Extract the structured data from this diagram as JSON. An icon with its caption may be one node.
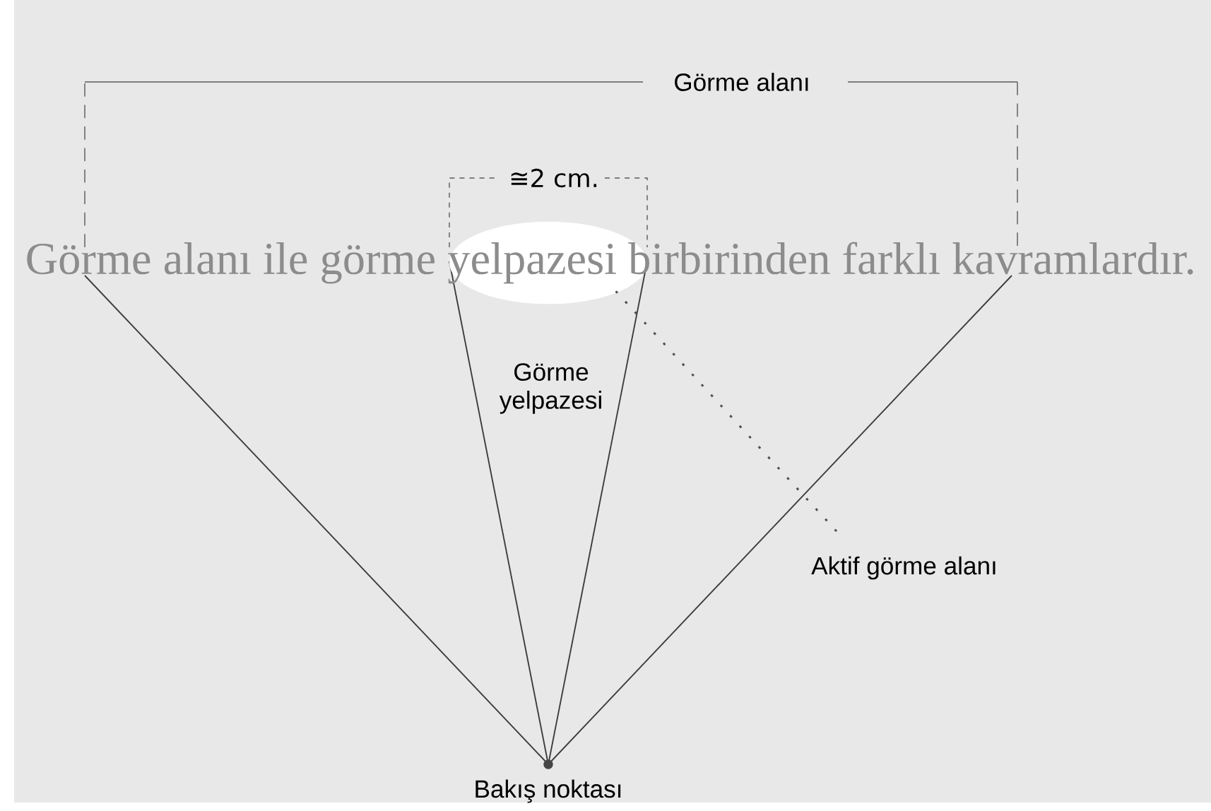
{
  "diagram": {
    "nodes": [
      {
        "text": [],
        "shape": "ellipse"
      },
      {
        "text": [
          "Aktif görme alanı"
        ]
      }
    ],
    "edges": [
      {
        "from": 1,
        "to": 0,
        "arrow": "none",
        "style": "dashed"
      }
    ],
    "labels": [
      "Görme alanı",
      "≅2 cm.",
      "Görme alanı ile görme yelpazesi birbirinden farklı kavramlardır.",
      "Görme yelpazesi",
      "Bakış noktası"
    ]
  }
}
